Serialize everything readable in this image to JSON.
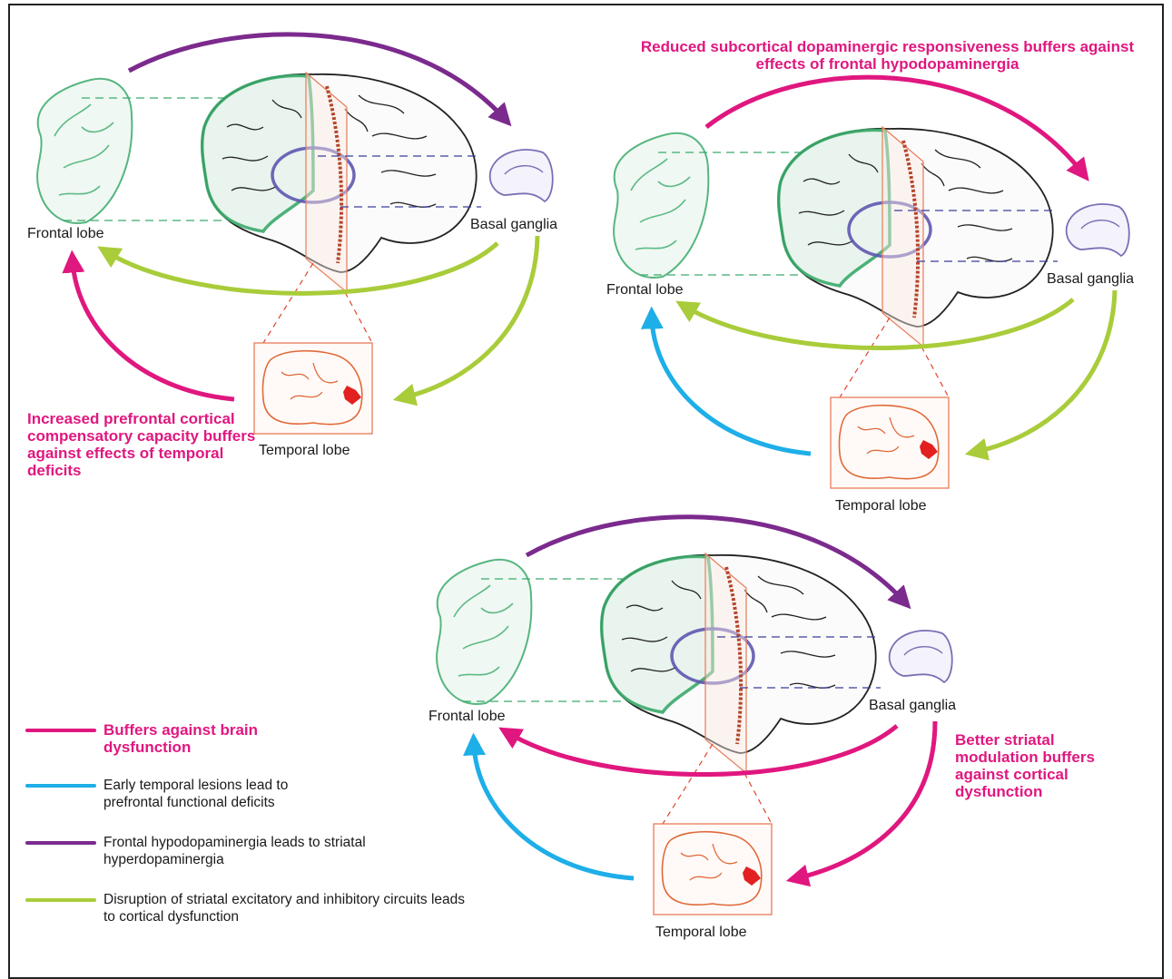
{
  "colors": {
    "buffer": "#e0177f",
    "temporal": "#1eaee8",
    "frontal": "#7b2a8d",
    "striatal": "#a9cc3a",
    "frontal_lobe_outline": "#3aaa6a",
    "basal_ganglia_outline": "#7a6fb5",
    "temporal_outline": "#e06a3a"
  },
  "panels": [
    {
      "frontal_label": "Frontal lobe",
      "basal_label": "Basal ganglia",
      "temporal_label": "Temporal lobe",
      "annotation": "Increased prefrontal cortical compensatory capacity buffers against effects of temporal deficits"
    },
    {
      "frontal_label": "Frontal lobe",
      "basal_label": "Basal ganglia",
      "temporal_label": "Temporal lobe",
      "annotation": "Reduced subcortical dopaminergic responsiveness buffers against effects of frontal hypodopaminergia"
    },
    {
      "frontal_label": "Frontal lobe",
      "basal_label": "Basal ganglia",
      "temporal_label": "Temporal lobe",
      "annotation": "Better striatal modulation buffers against cortical dysfunction"
    }
  ],
  "legend": [
    {
      "text": "Buffers against brain dysfunction",
      "color_key": "buffer",
      "icon": "pink-line"
    },
    {
      "text": "Early temporal lesions lead to prefrontal functional deficits",
      "color_key": "temporal",
      "icon": "blue-line"
    },
    {
      "text": "Frontal hypodopaminergia leads to striatal hyperdopaminergia",
      "color_key": "frontal",
      "icon": "purple-line"
    },
    {
      "text": "Disruption of striatal excitatory and inhibitory circuits leads to cortical dysfunction",
      "color_key": "striatal",
      "icon": "green-line"
    }
  ]
}
